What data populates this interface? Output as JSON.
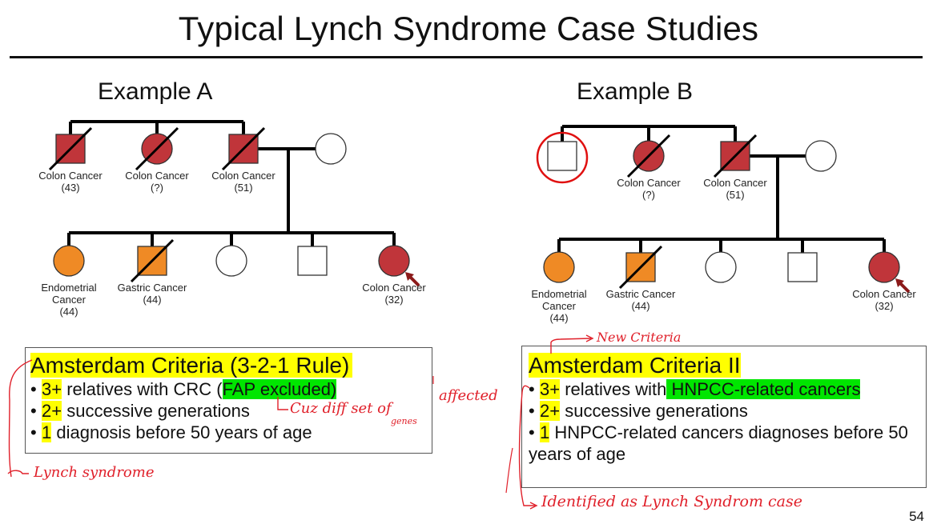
{
  "slide": {
    "title": "Typical Lynch Syndrome Case Studies",
    "page_number": "54"
  },
  "examples": [
    {
      "label": "Example A",
      "parents": [
        {
          "sex": "male",
          "status": "colon",
          "deceased": true,
          "label": "Colon Cancer",
          "age": "(43)"
        },
        {
          "sex": "female",
          "status": "colon",
          "deceased": true,
          "label": "Colon Cancer",
          "age": "(?)"
        },
        {
          "sex": "male",
          "status": "colon",
          "deceased": true,
          "label": "Colon Cancer",
          "age": "(51)"
        },
        {
          "sex": "female",
          "status": "unaffected",
          "deceased": false,
          "label": "",
          "age": ""
        }
      ],
      "children": [
        {
          "sex": "female",
          "status": "other",
          "deceased": false,
          "label": "Endometrial Cancer",
          "age": "(44)"
        },
        {
          "sex": "male",
          "status": "other",
          "deceased": true,
          "label": "Gastric Cancer",
          "age": "(44)"
        },
        {
          "sex": "female",
          "status": "unaffected",
          "deceased": false,
          "label": "",
          "age": ""
        },
        {
          "sex": "male",
          "status": "unaffected",
          "deceased": false,
          "label": "",
          "age": ""
        },
        {
          "sex": "female",
          "status": "colon",
          "deceased": false,
          "proband": true,
          "label": "Colon Cancer",
          "age": "(32)"
        }
      ],
      "criteria": {
        "title": "Amsterdam Criteria (3-2-1 Rule)",
        "items": [
          {
            "num": "3+",
            "text": " relatives with CRC (",
            "green": "FAP excluded)",
            "after": ""
          },
          {
            "num": "2+",
            "text": " successive generations",
            "green": "",
            "after": ""
          },
          {
            "num": "1",
            "text": " diagnosis before 50 years of age",
            "green": "",
            "after": ""
          }
        ]
      }
    },
    {
      "label": "Example B",
      "parents": [
        {
          "sex": "male",
          "status": "unaffected",
          "deceased": false,
          "circled": true,
          "label": "",
          "age": ""
        },
        {
          "sex": "female",
          "status": "colon",
          "deceased": true,
          "label": "Colon Cancer",
          "age": "(?)"
        },
        {
          "sex": "male",
          "status": "colon",
          "deceased": true,
          "label": "Colon Cancer",
          "age": "(51)"
        },
        {
          "sex": "female",
          "status": "unaffected",
          "deceased": false,
          "label": "",
          "age": ""
        }
      ],
      "children": [
        {
          "sex": "female",
          "status": "other",
          "deceased": false,
          "label": "Endometrial Cancer",
          "age": "(44)"
        },
        {
          "sex": "male",
          "status": "other",
          "deceased": true,
          "label": "Gastric Cancer",
          "age": "(44)"
        },
        {
          "sex": "female",
          "status": "unaffected",
          "deceased": false,
          "label": "",
          "age": ""
        },
        {
          "sex": "male",
          "status": "unaffected",
          "deceased": false,
          "label": "",
          "age": ""
        },
        {
          "sex": "female",
          "status": "colon",
          "deceased": false,
          "proband": true,
          "label": "Colon Cancer",
          "age": "(32)"
        }
      ],
      "criteria": {
        "title": "Amsterdam Criteria II",
        "items": [
          {
            "num": "3+",
            "text": " relatives with",
            "green": " HNPCC-related cancers",
            "after": ""
          },
          {
            "num": "2+",
            "text": " successive generations",
            "green": "",
            "after": ""
          },
          {
            "num": "1",
            "text": " HNPCC-related cancers diagnoses before 50",
            "green": "",
            "after": "years of age"
          }
        ]
      }
    }
  ],
  "annotations": {
    "a_note_1": "Cuz diff set of",
    "a_note_2": "genes",
    "a_note_3": "affected",
    "a_note_4": "Lynch syndrome",
    "b_note_1": "New Criteria",
    "b_note_2": "Identified as Lynch Syndrom case"
  },
  "colors": {
    "colon": "#c0353a",
    "other": "#ef8a25",
    "unaffected": "#ffffff",
    "highlight_yellow": "#ffff00",
    "highlight_green": "#00e600",
    "ink_red": "#e0202a"
  }
}
